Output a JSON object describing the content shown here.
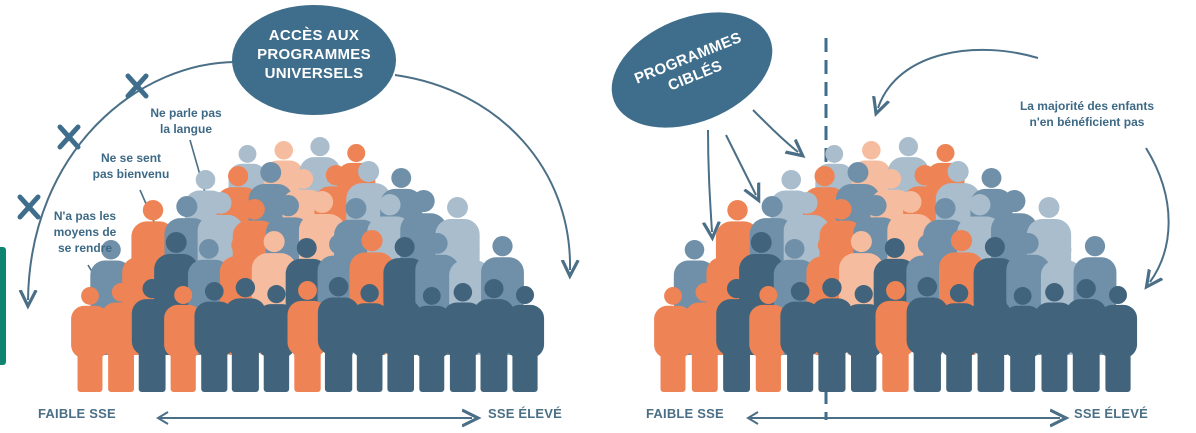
{
  "colors": {
    "oval": "#3f6e8c",
    "arrow": "#4b6f86",
    "cross": "#3f6e8c",
    "orange": "#ee8455",
    "peach": "#f5bc9f",
    "dark_blue": "#41647c",
    "mid_blue": "#6f90a8",
    "light_blue": "#a9bdcd",
    "side_tab": "#0f8571"
  },
  "left": {
    "oval_text": [
      "ACCÈS AUX",
      "PROGRAMMES",
      "UNIVERSELS"
    ],
    "barriers": [
      {
        "lines": [
          "Ne parle pas",
          "la langue"
        ]
      },
      {
        "lines": [
          "Ne se sent",
          "pas bienvenu"
        ]
      },
      {
        "lines": [
          "N'a pas les",
          "moyens de",
          "se rendre"
        ]
      }
    ],
    "axis_left": "FAIBLE SSE",
    "axis_right": "SSE ÉLEVÉ"
  },
  "right": {
    "oval_text": [
      "PROGRAMMES",
      "CIBLÉS"
    ],
    "note": [
      "La majorité des enfants",
      "n'en bénéficient pas"
    ],
    "axis_left": "FAIBLE SSE",
    "axis_right": "SSE ÉLEVÉ"
  }
}
